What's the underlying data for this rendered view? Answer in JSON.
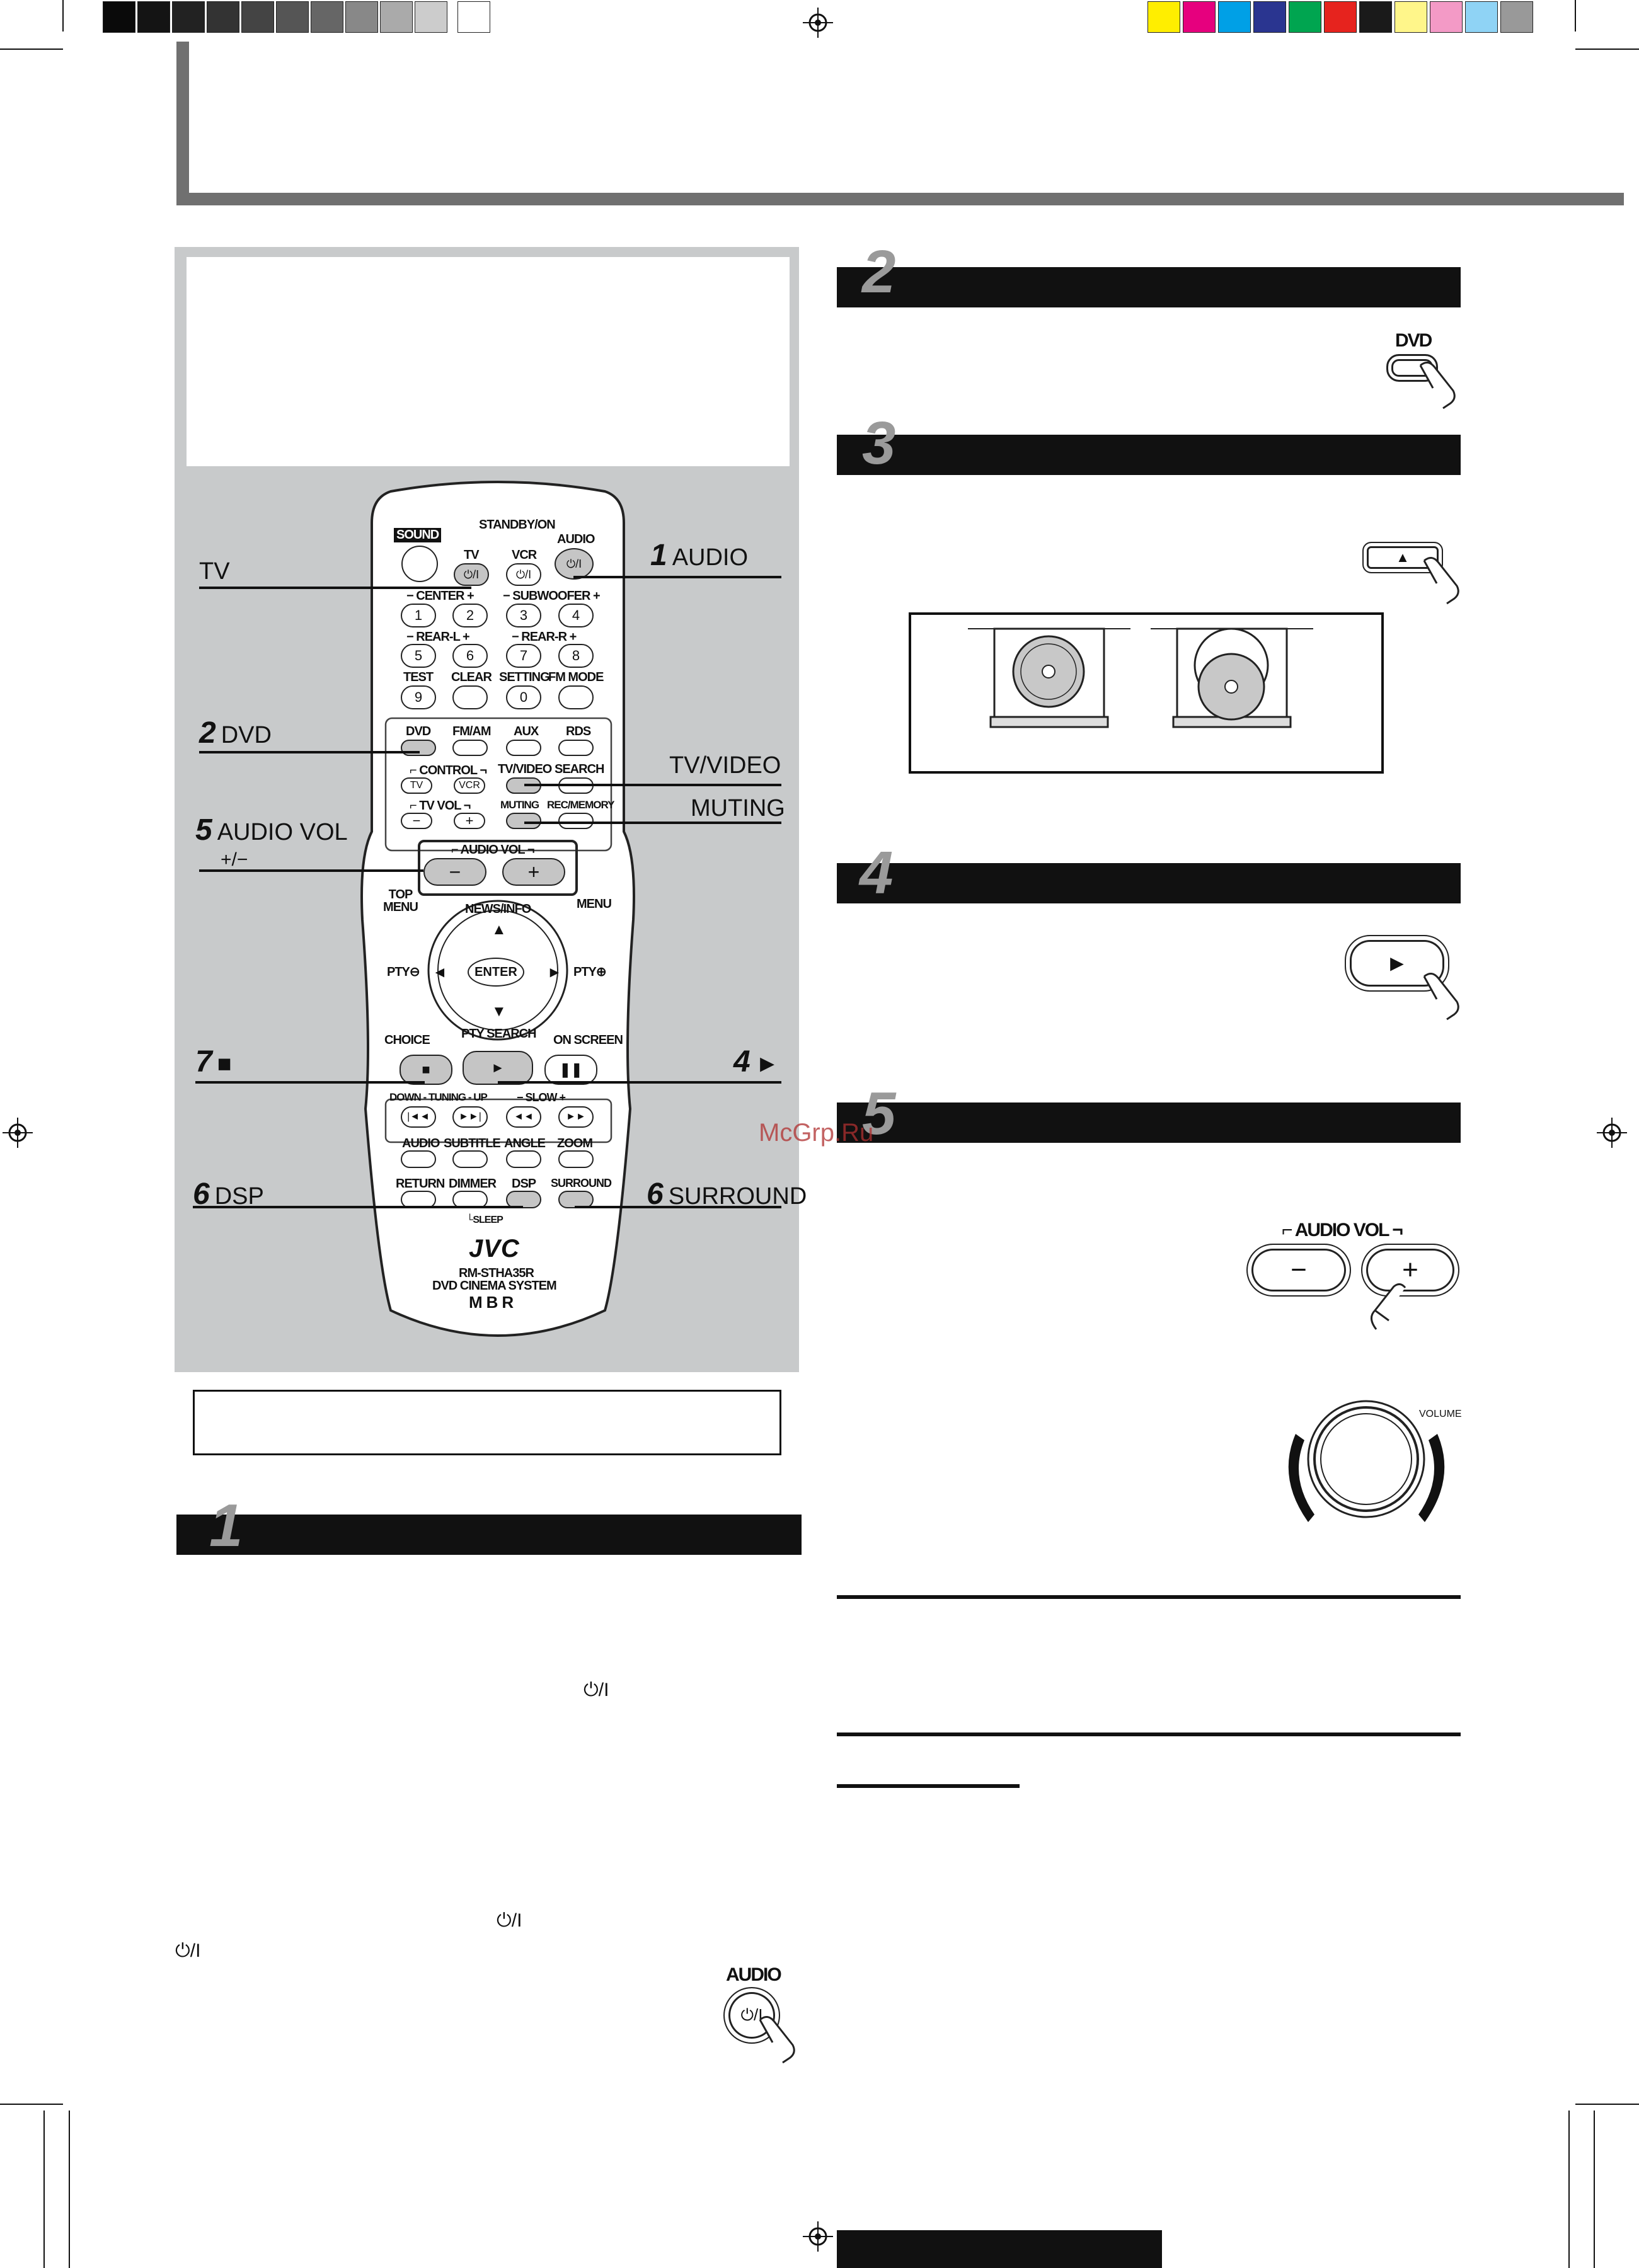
{
  "remote": {
    "sound": "SOUND",
    "standby_on": "STANDBY/ON",
    "tv": "TV",
    "vcr": "VCR",
    "audio": "AUDIO",
    "power_symbol": "⏻/I",
    "center": "CENTER",
    "subwoofer": "SUBWOOFER",
    "rear_l": "REAR-L",
    "rear_r": "REAR-R",
    "test": "TEST",
    "clear": "CLEAR",
    "setting": "SETTING",
    "fm_mode": "FM MODE",
    "digits": [
      "1",
      "2",
      "3",
      "4",
      "5",
      "6",
      "7",
      "8",
      "9",
      "0"
    ],
    "dvd": "DVD",
    "fm_am": "FM/AM",
    "aux": "AUX",
    "rds": "RDS",
    "control": "CONTROL",
    "tv_btn": "TV",
    "vcr_btn": "VCR",
    "tv_video": "TV/VIDEO",
    "search": "SEARCH",
    "tv_vol": "TV VOL",
    "muting": "MUTING",
    "rec_memory": "REC/MEMORY",
    "audio_vol": "AUDIO VOL",
    "top_menu": "TOP MENU",
    "news_info": "NEWS/INFO",
    "menu": "MENU",
    "pty_minus": "PTY⊖",
    "pty_plus": "PTY⊕",
    "enter": "ENTER",
    "choice": "CHOICE",
    "pty_search": "PTY SEARCH",
    "on_screen": "ON SCREEN",
    "down_tuning_up": "DOWN - TUNING - UP",
    "slow": "SLOW",
    "audio2": "AUDIO",
    "subtitle": "SUBTITLE",
    "angle": "ANGLE",
    "zoom": "ZOOM",
    "return": "RETURN",
    "dimmer": "DIMMER",
    "dsp": "DSP",
    "surround": "SURROUND",
    "sleep": "SLEEP",
    "brand": "JVC",
    "model": "RM-STHA35R",
    "system": "DVD CINEMA SYSTEM",
    "mbr": "MBR"
  },
  "callouts": {
    "tv": "TV",
    "audio_num": "1",
    "audio": "AUDIO",
    "dvd_num": "2",
    "dvd": "DVD",
    "tv_video": "TV/VIDEO",
    "muting": "MUTING",
    "audio_vol_num": "5",
    "audio_vol": "AUDIO VOL",
    "audio_vol_sub": "+/−",
    "stop_num": "7",
    "stop_symbol": "■",
    "play_num": "4",
    "play_symbol": "►",
    "dsp_num": "6",
    "dsp": "DSP",
    "surround_num": "6",
    "surround": "SURROUND"
  },
  "steps": [
    {
      "num": "1"
    },
    {
      "num": "2"
    },
    {
      "num": "3"
    },
    {
      "num": "4"
    },
    {
      "num": "5"
    }
  ],
  "panel_buttons": {
    "dvd": "DVD",
    "eject": "▲",
    "play": "►",
    "audio_vol": "AUDIO VOL",
    "minus": "−",
    "plus": "+",
    "volume": "VOLUME",
    "audio": "AUDIO",
    "power": "⏻/I"
  },
  "body_symbols": {
    "power_a": "⏻/I",
    "power_b": "⏻/I",
    "power_c": "⏻/I"
  },
  "watermark": "McGrp.Ru",
  "colors": {
    "grey_panel": "#c8cacb",
    "bar": "#111111"
  }
}
